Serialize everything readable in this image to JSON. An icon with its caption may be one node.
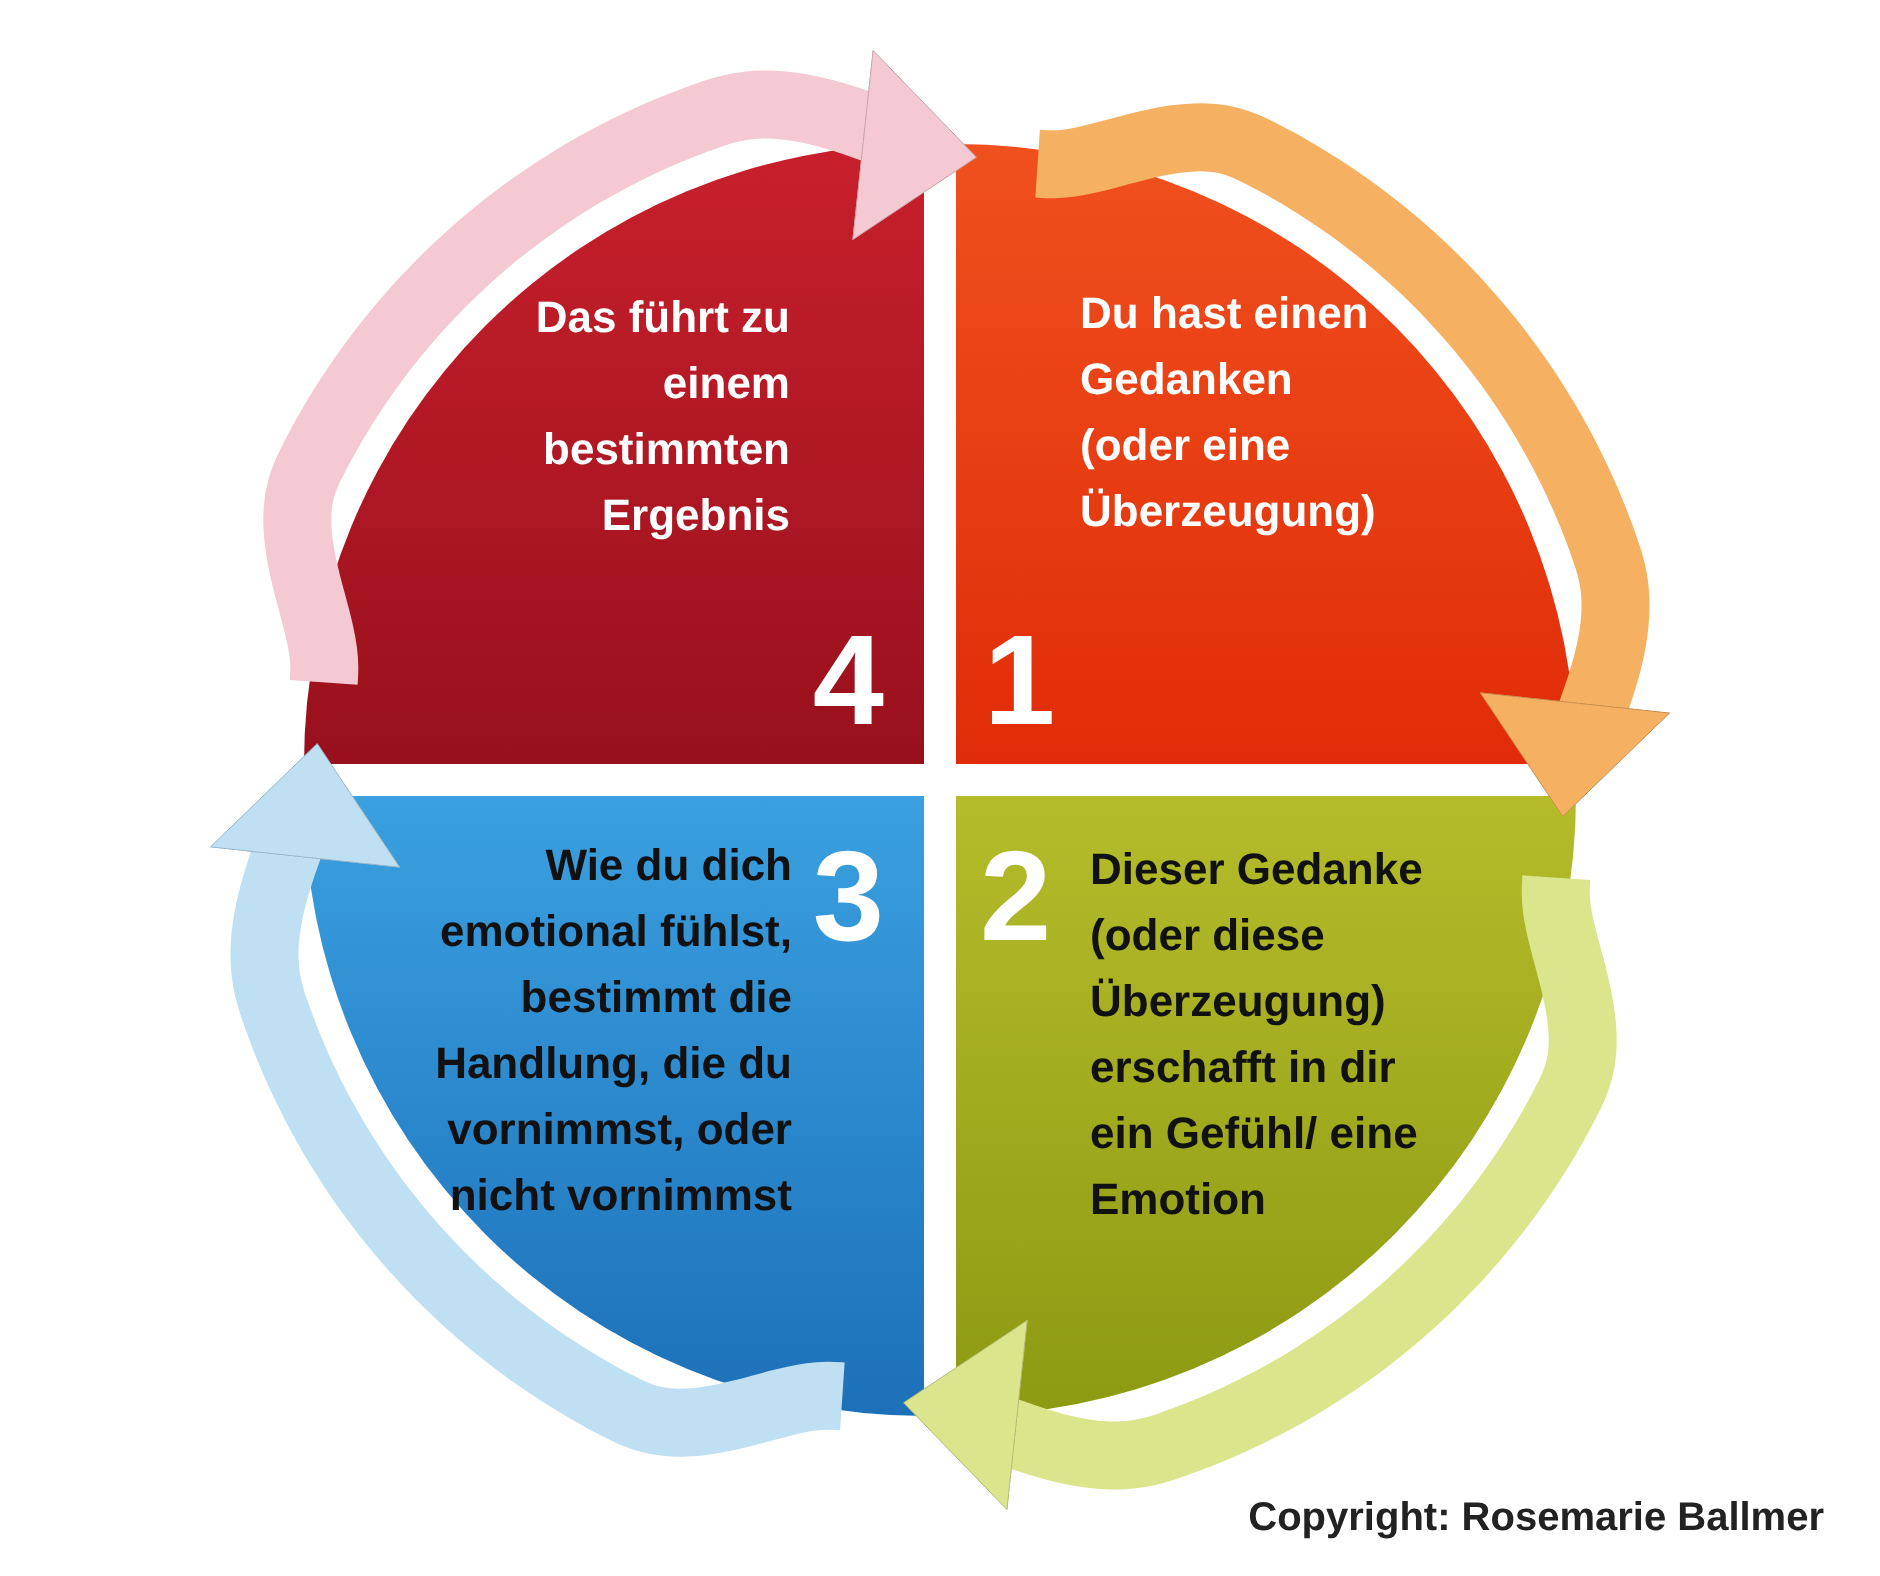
{
  "diagram": {
    "nodes": [
      {
        "text": [
          "Du hast einen Gedanken (oder eine Überzeugung)",
          "1"
        ]
      },
      {
        "text": [
          "2",
          "Dieser Gedanke (oder diese Überzeugung) erschafft in dir ein Gefühl/ eine Emotion"
        ]
      },
      {
        "text": [
          "Wie du dich emotional fühlst, bestimmt die Handlung, die du vornimmst, oder nicht vornimmst",
          "3"
        ]
      },
      {
        "text": [
          "Das führt zu einem bestimmten Ergebnis",
          "4"
        ]
      }
    ],
    "edges": [
      {
        "from": 0,
        "to": 1,
        "arrow": "to",
        "color": "#f6b062"
      },
      {
        "from": 1,
        "to": 2,
        "arrow": "to",
        "color": "#dbe58c"
      },
      {
        "from": 2,
        "to": 3,
        "arrow": "to",
        "color": "#bfe0f3"
      },
      {
        "from": 3,
        "to": 0,
        "arrow": "to",
        "color": "#f4c9d2"
      }
    ],
    "labels": [
      "Copyright: Rosemarie Ballmer"
    ]
  }
}
